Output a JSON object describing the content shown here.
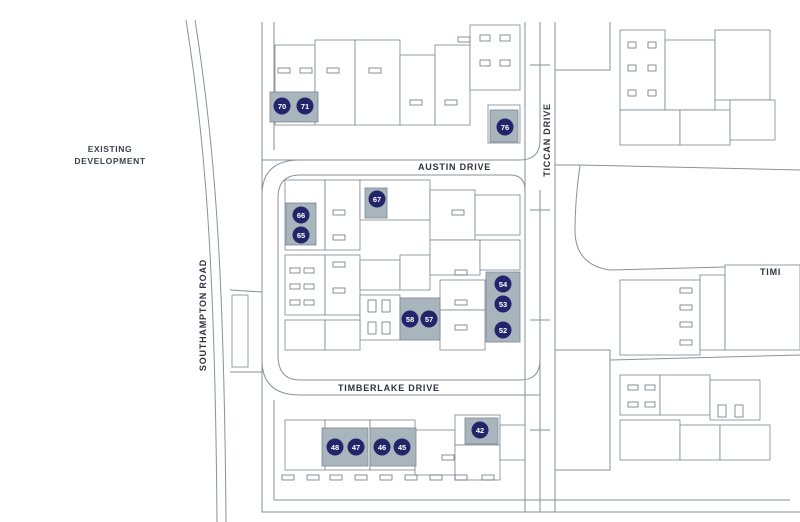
{
  "map": {
    "labels": {
      "existing_line1": "EXISTING",
      "existing_line2": "DEVELOPMENT",
      "southampton": "SOUTHAMPTON ROAD",
      "austin": "AUSTIN DRIVE",
      "ticcan": "TICCAN DRIVE",
      "timberlake": "TIMBERLAKE DRIVE",
      "timi": "TIMI"
    },
    "plots": [
      "70",
      "71",
      "76",
      "67",
      "66",
      "65",
      "54",
      "53",
      "58",
      "57",
      "52",
      "42",
      "48",
      "47",
      "46",
      "45"
    ],
    "colors": {
      "marker": "#23256b",
      "highlight": "#a9b5bd",
      "outline": "#7d8590"
    }
  }
}
